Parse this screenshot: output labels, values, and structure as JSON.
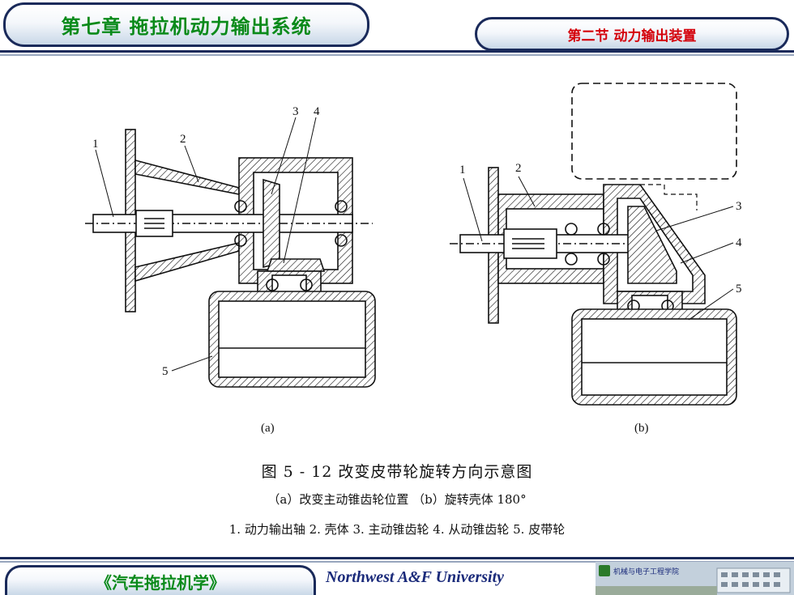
{
  "header": {
    "chapter_title": "第七章 拖拉机动力输出系统",
    "section_title": "第二节  动力输出装置"
  },
  "figure": {
    "sub_a_label": "(a)",
    "sub_b_label": "(b)",
    "title": "图 5 - 12   改变皮带轮旋转方向示意图",
    "subtitle": "（a）改变主动锥齿轮位置    （b）旋转壳体 180°",
    "legend": "1. 动力输出轴   2. 壳体   3. 主动锥齿轮   4. 从动锥齿轮   5. 皮带轮",
    "a_numbers": [
      "1",
      "2",
      "3",
      "4",
      "5"
    ],
    "b_numbers": [
      "1",
      "2",
      "3",
      "4",
      "5"
    ]
  },
  "footer": {
    "book_title": "《汽车拖拉机学》",
    "university": "Northwest  A&F  University",
    "logo_text": "机械与电子工程学院"
  },
  "colors": {
    "navy": "#1a2a5a",
    "green": "#0a8a1a",
    "red": "#d4000a"
  }
}
